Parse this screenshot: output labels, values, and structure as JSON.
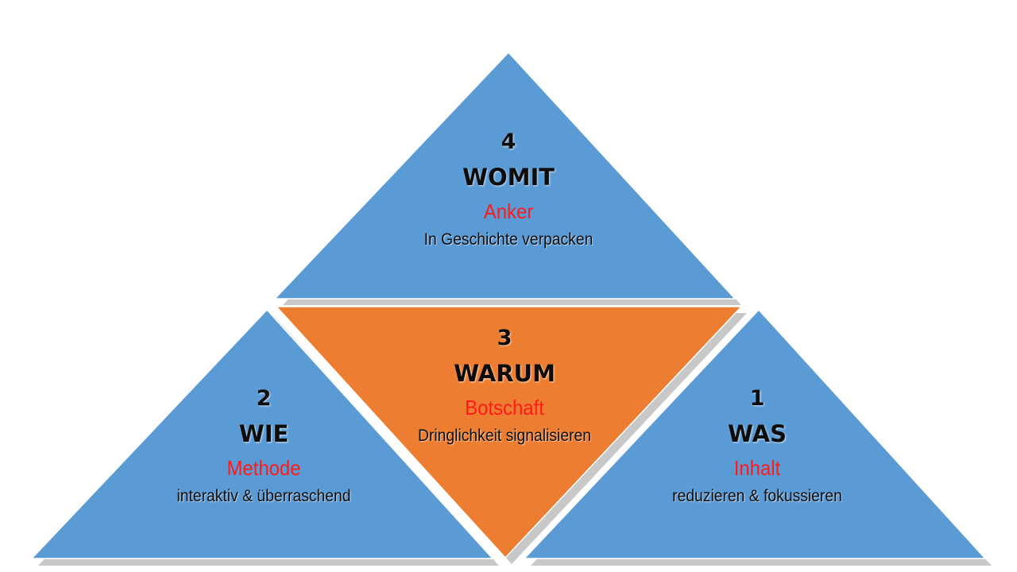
{
  "diagram": {
    "top": {
      "number": "4",
      "word": "WOMIT",
      "subtitle": "Anker",
      "description": "In Geschichte verpacken"
    },
    "center": {
      "number": "3",
      "word": "WARUM",
      "subtitle": "Botschaft",
      "description": "Dringlichkeit signalisieren"
    },
    "left": {
      "number": "2",
      "word": "WIE",
      "subtitle": "Methode",
      "description": "interaktiv & überraschend"
    },
    "right": {
      "number": "1",
      "word": "WAS",
      "subtitle": "Inhalt",
      "description": "reduzieren & fokussieren"
    }
  },
  "colors": {
    "blue": "#5b9bd5",
    "orange": "#ed7d31",
    "subtitle_red": "#ff1a1a",
    "text_dark": "#0d0d0d"
  }
}
